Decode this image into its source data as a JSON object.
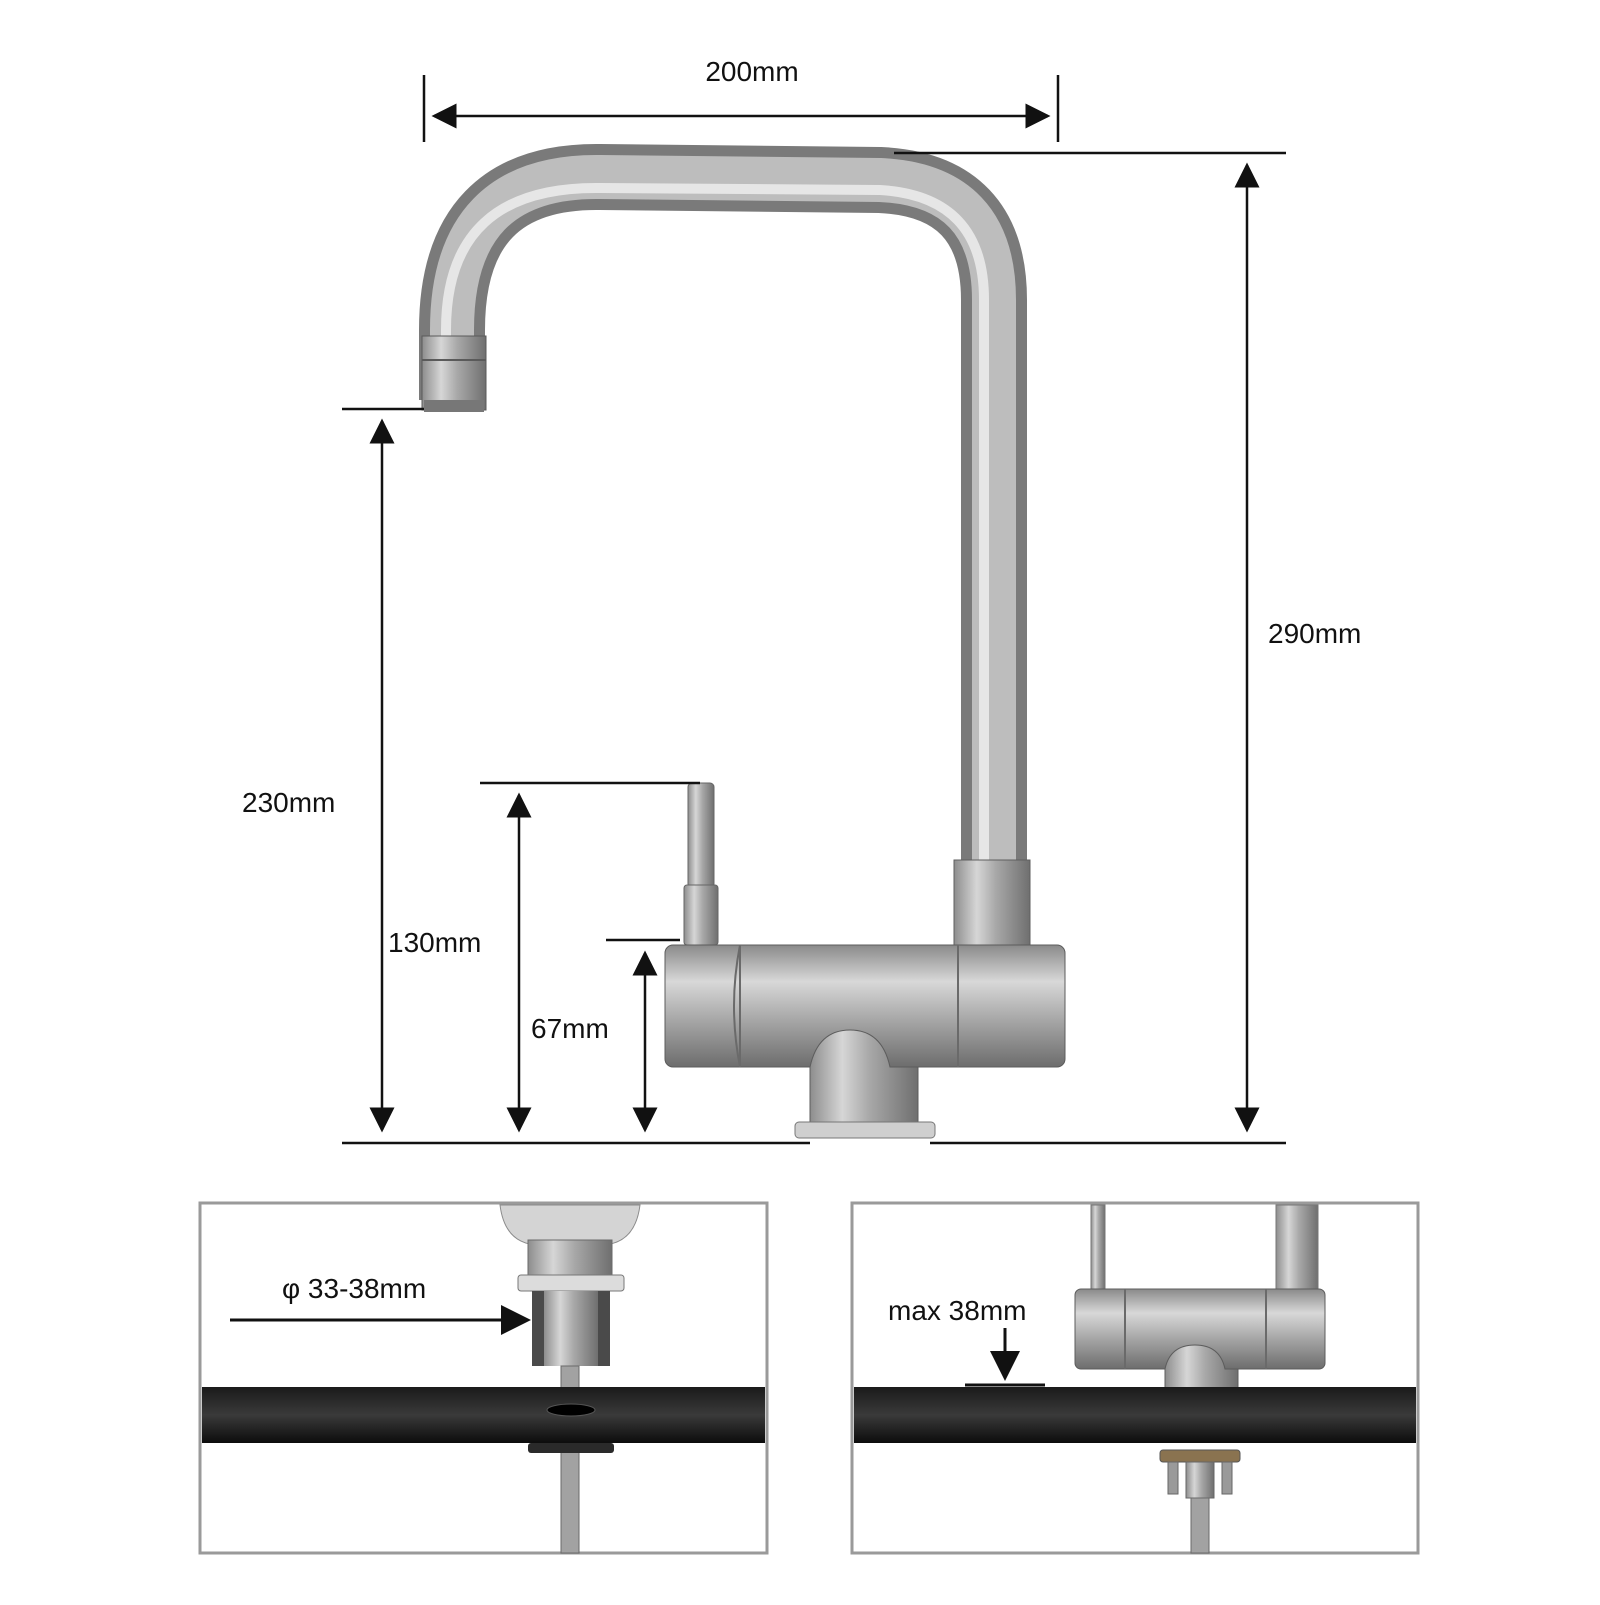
{
  "dimensions": {
    "spout_reach": "200mm",
    "total_height": "290mm",
    "spout_height": "230mm",
    "lever_height": "130mm",
    "body_height": "67mm",
    "hole_diameter": "φ 33-38mm",
    "max_thickness": "max 38mm"
  },
  "colors": {
    "steel_dark": "#6e6e6e",
    "steel_mid": "#a4a4a4",
    "steel_light": "#dedede",
    "countertop": "#141414",
    "frame": "#9a9a9a",
    "line": "#111111"
  }
}
